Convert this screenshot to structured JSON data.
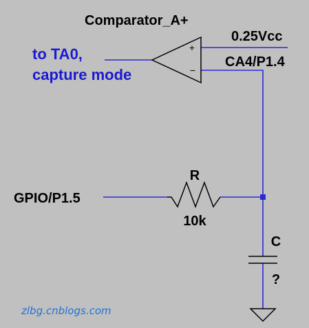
{
  "comparator": {
    "title": "Comparator_A+",
    "plus_sign": "+",
    "minus_sign": "−"
  },
  "output_label": {
    "line1": "to TA0,",
    "line2": "capture mode"
  },
  "plus_input_label": "0.25Vcc",
  "minus_input_label": "CA4/P1.4",
  "gpio_label": "GPIO/P1.5",
  "resistor": {
    "name": "R",
    "value": "10k"
  },
  "capacitor": {
    "name": "C",
    "value": "?"
  },
  "watermark": "zlbg.cnblogs.com",
  "colors": {
    "background": "#c0c0c0",
    "wire": "#2a2ad6",
    "component": "#000000",
    "net_label": "#1a1ad0",
    "watermark": "#1f73d6"
  }
}
